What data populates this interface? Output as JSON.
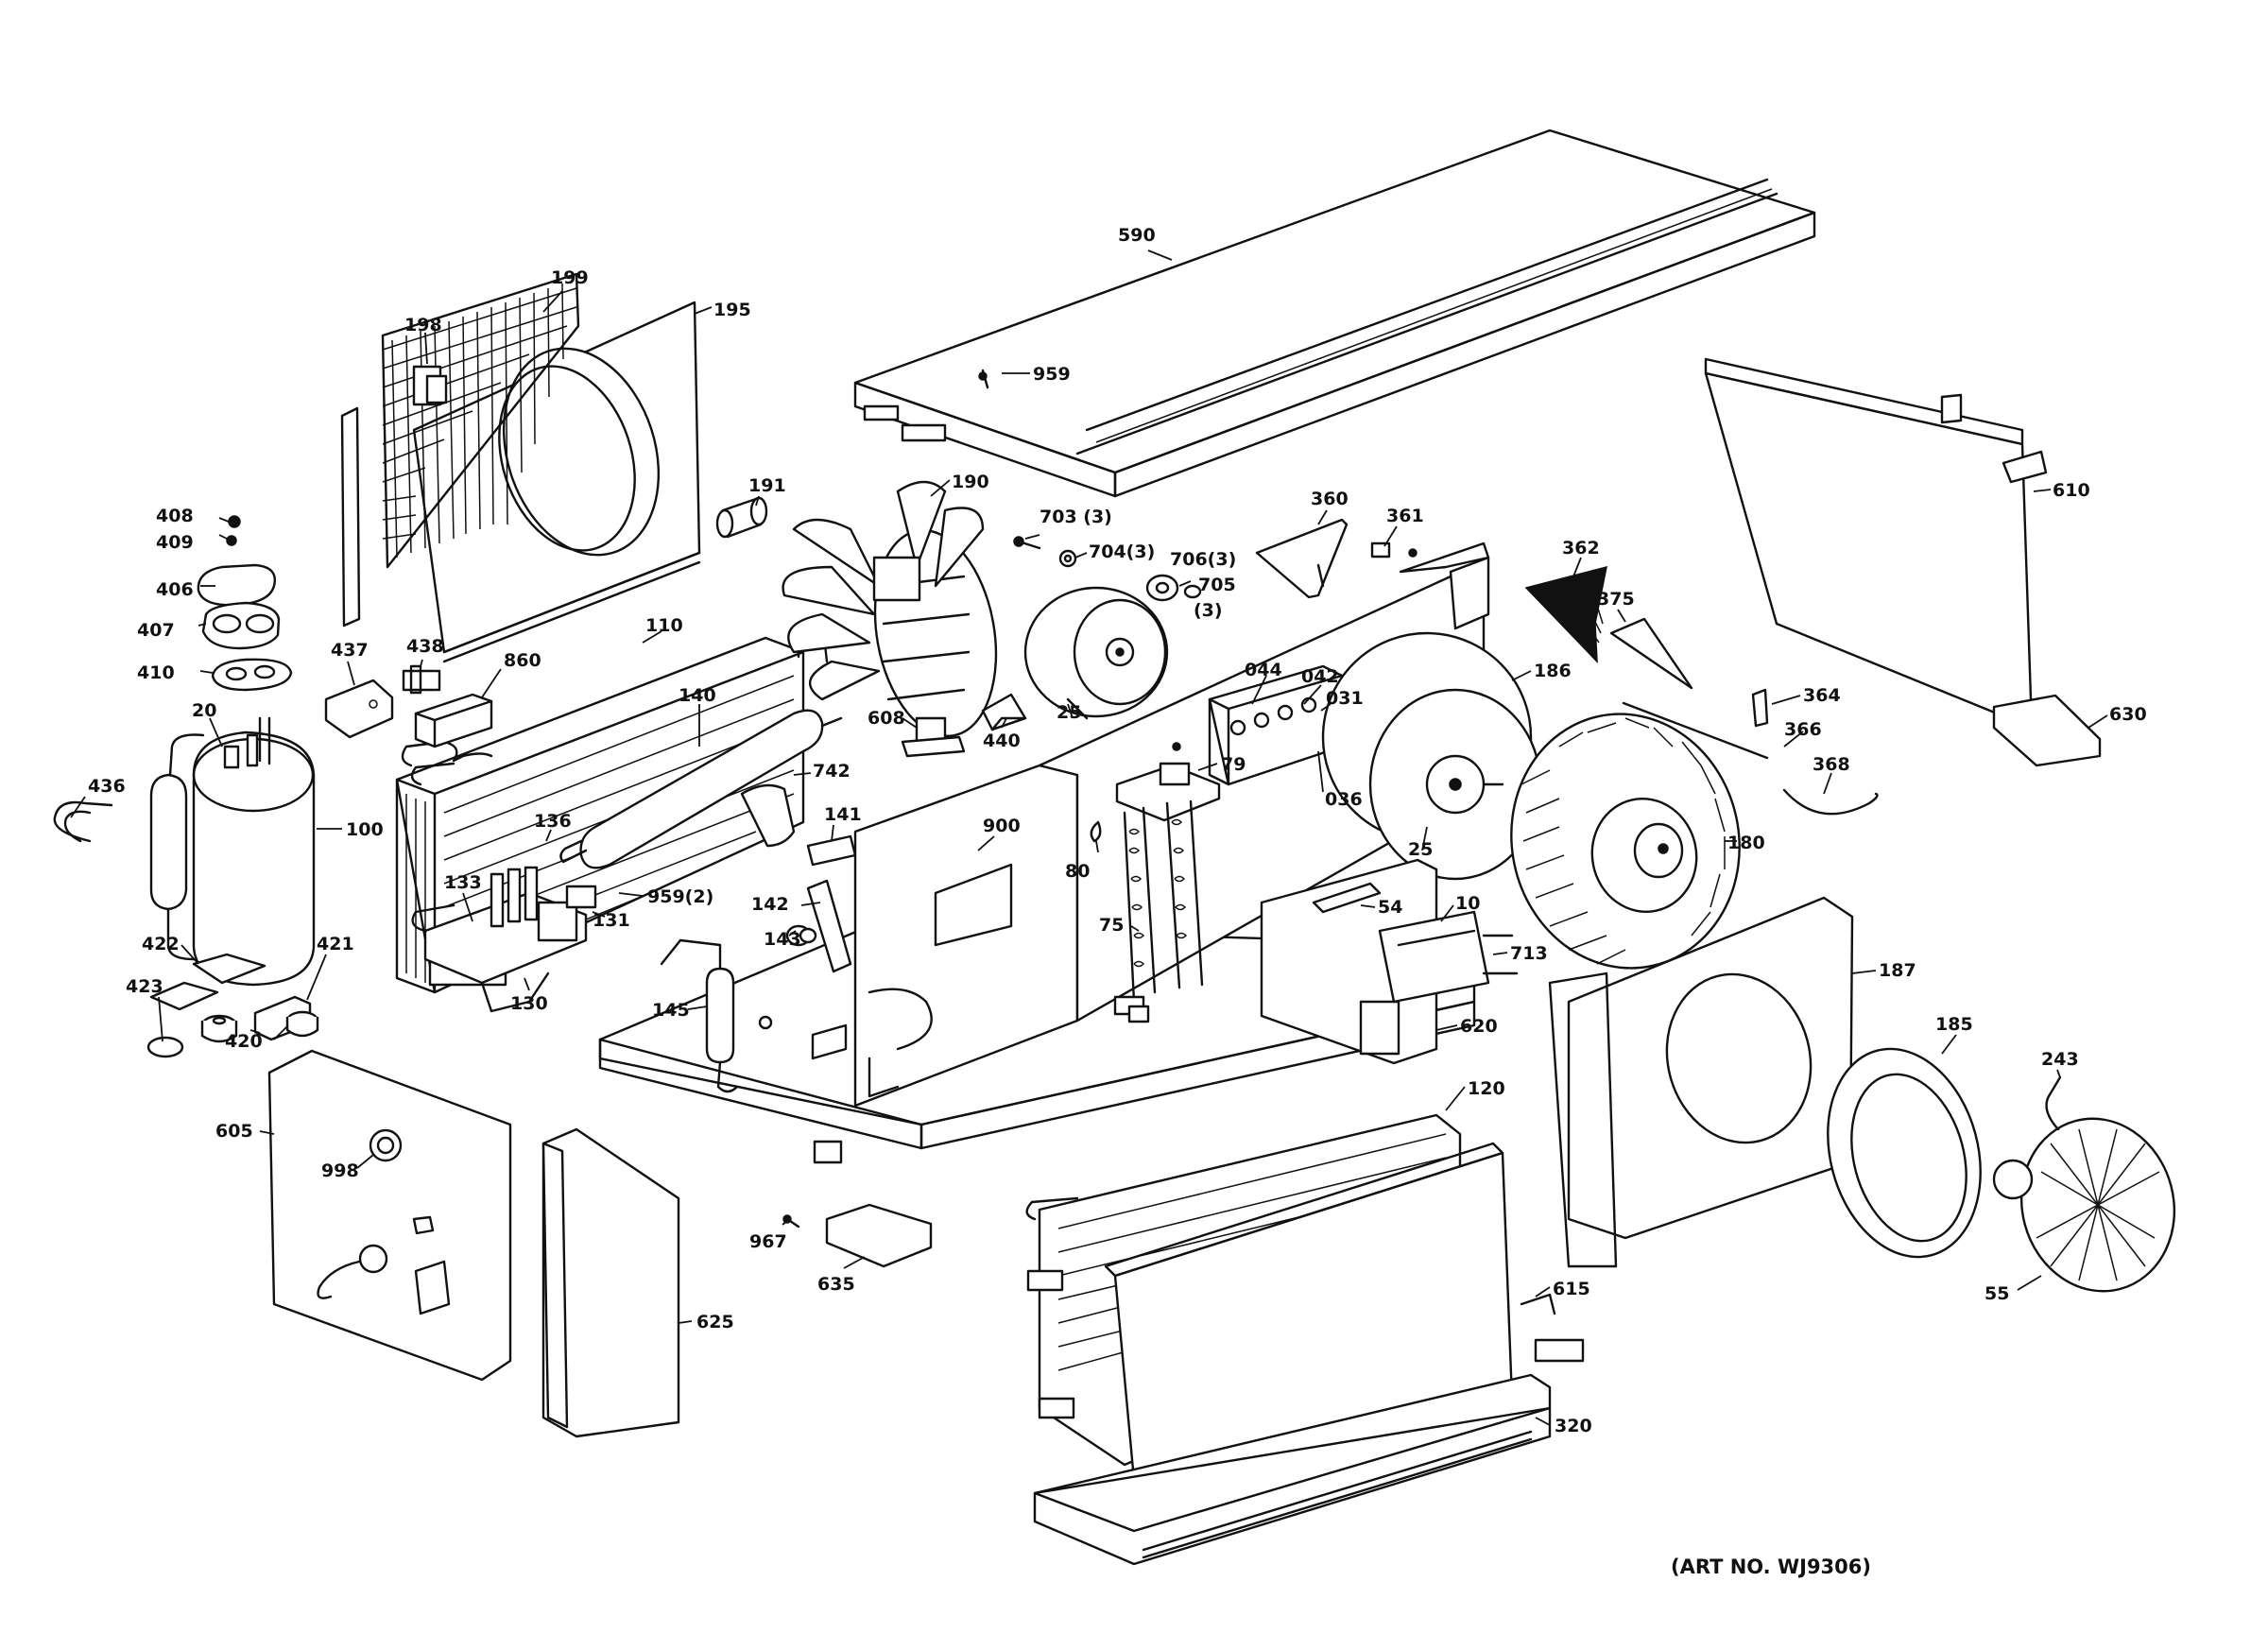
{
  "art_number": "(ART NO. WJ9306)",
  "callouts": {
    "p590": "590",
    "p959": "959",
    "p199": "199",
    "p198": "198",
    "p195": "195",
    "p191": "191",
    "p190": "190",
    "p703": "703 (3)",
    "p704": "704(3)",
    "p706": "706(3)",
    "p705": "705",
    "p705b": "(3)",
    "p360": "360",
    "p361": "361",
    "p362": "362",
    "p375": "375",
    "p610": "610",
    "p630": "630",
    "p408": "408",
    "p409": "409",
    "p406": "406",
    "p407": "407",
    "p410": "410",
    "p437": "437",
    "p438": "438",
    "p860": "860",
    "p110": "110",
    "p140": "140",
    "p186": "186",
    "p044": "044",
    "p042": "042",
    "p031": "031",
    "p036": "036",
    "p364": "364",
    "p366": "366",
    "p368": "368",
    "p436": "436",
    "p20": "20",
    "p100": "100",
    "p136": "136",
    "p133": "133",
    "p131": "131",
    "p959b": "959(2)",
    "p608": "608",
    "p440": "440",
    "p25a": "25",
    "p742": "742",
    "p141": "141",
    "p79": "79",
    "p900": "900",
    "p80": "80",
    "p25b": "25",
    "p180": "180",
    "p142": "142",
    "p54": "54",
    "p10": "10",
    "p713": "713",
    "p75": "75",
    "p143": "143",
    "p145": "145",
    "p130": "130",
    "p422": "422",
    "p421": "421",
    "p423": "423",
    "p420": "420",
    "p620": "620",
    "p187": "187",
    "p185": "185",
    "p243": "243",
    "p120": "120",
    "p605": "605",
    "p998": "998",
    "p967": "967",
    "p635": "635",
    "p625": "625",
    "p615": "615",
    "p55": "55",
    "p320": "320"
  }
}
